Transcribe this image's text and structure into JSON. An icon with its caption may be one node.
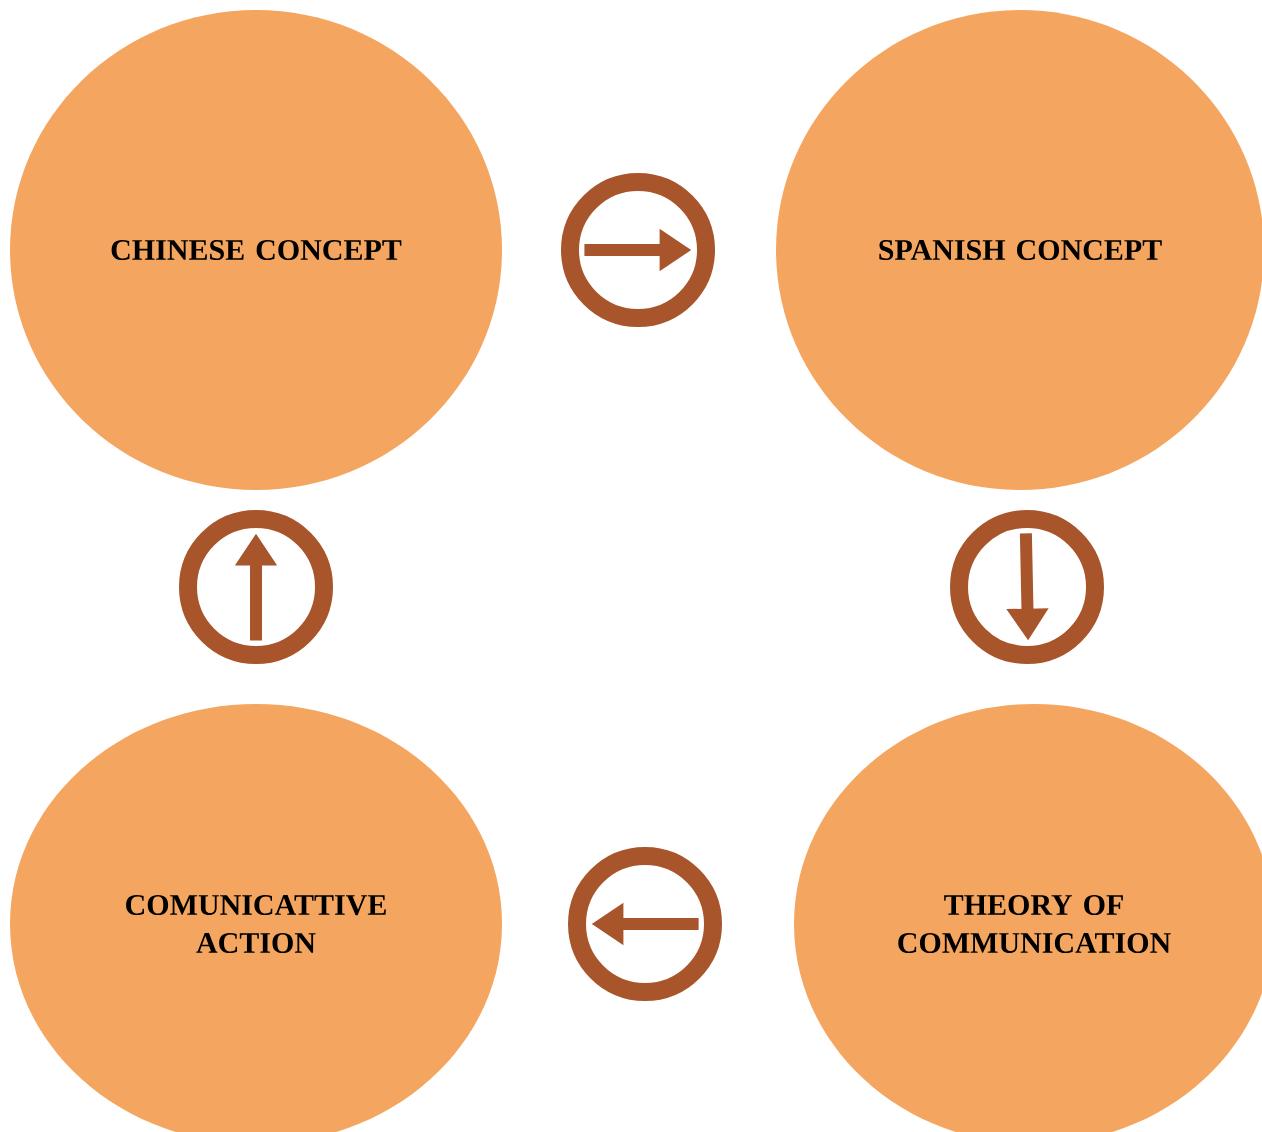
{
  "diagram": {
    "nodes": [
      {
        "text": [
          "CHINESE CONCEPT"
        ]
      },
      {
        "text": [
          "SPANISH CONCEPT"
        ]
      },
      {
        "text": [
          "COMUNICATTIVE ACTION"
        ]
      },
      {
        "text": [
          "THEORY OF COMMUNICATION"
        ]
      }
    ],
    "edges": [
      {
        "from": 0,
        "to": 1,
        "arrow": "to"
      },
      {
        "from": 1,
        "to": 3,
        "arrow": "to"
      },
      {
        "from": 3,
        "to": 2,
        "arrow": "to"
      },
      {
        "from": 2,
        "to": 0,
        "arrow": "to"
      }
    ]
  }
}
